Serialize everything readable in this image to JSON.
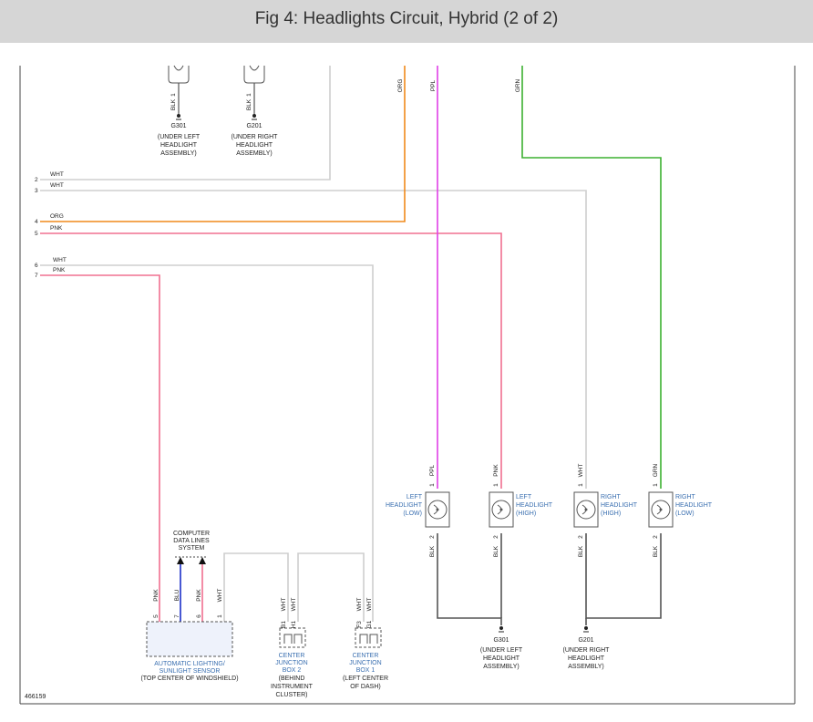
{
  "header": {
    "title": "Fig 4: Headlights Circuit, Hybrid (2 of 2)"
  },
  "figure_id": "466159",
  "colors": {
    "WHT": "#cfcfcf",
    "ORG": "#f08a1c",
    "PNK": "#f07090",
    "PPL": "#e040e8",
    "GRN": "#3cb030",
    "BLK": "#555555",
    "BLU": "#1a2ec8",
    "label_blue": "#3a6fb0"
  },
  "top_grounds": [
    {
      "wire_color": "BLK",
      "pin": "1",
      "id": "G301",
      "location": [
        "(UNDER LEFT",
        "HEADLIGHT",
        "ASSEMBLY)"
      ]
    },
    {
      "wire_color": "BLK",
      "pin": "1",
      "id": "G201",
      "location": [
        "(UNDER RIGHT",
        "HEADLIGHT",
        "ASSEMBLY)"
      ]
    }
  ],
  "top_wires": {
    "org": "ORG",
    "ppl": "PPL",
    "grn": "GRN"
  },
  "left_connector": [
    {
      "pin": "2",
      "color": "WHT"
    },
    {
      "pin": "3",
      "color": "WHT"
    },
    {
      "pin": "4",
      "color": "ORG"
    },
    {
      "pin": "5",
      "color": "PNK"
    },
    {
      "pin": "6",
      "color": "WHT"
    },
    {
      "pin": "7",
      "color": "PNK"
    }
  ],
  "headlights": [
    {
      "label": [
        "LEFT",
        "HEADLIGHT",
        "(LOW)"
      ],
      "top_pin": "1",
      "top_color": "PPL",
      "bottom_pin": "2",
      "bottom_color": "BLK"
    },
    {
      "label": [
        "LEFT",
        "HEADLIGHT",
        "(HIGH)"
      ],
      "top_pin": "1",
      "top_color": "PNK",
      "bottom_pin": "2",
      "bottom_color": "BLK"
    },
    {
      "label": [
        "RIGHT",
        "HEADLIGHT",
        "(HIGH)"
      ],
      "top_pin": "1",
      "top_color": "WHT",
      "bottom_pin": "2",
      "bottom_color": "BLK"
    },
    {
      "label": [
        "RIGHT",
        "HEADLIGHT",
        "(LOW)"
      ],
      "top_pin": "1",
      "top_color": "GRN",
      "bottom_pin": "2",
      "bottom_color": "BLK"
    }
  ],
  "bottom_grounds": [
    {
      "id": "G301",
      "location": [
        "(UNDER LEFT",
        "HEADLIGHT",
        "ASSEMBLY)"
      ]
    },
    {
      "id": "G201",
      "location": [
        "(UNDER RIGHT",
        "HEADLIGHT",
        "ASSEMBLY)"
      ]
    }
  ],
  "sensor": {
    "data_lines_label": [
      "COMPUTER",
      "DATA LINES",
      "SYSTEM"
    ],
    "pins": [
      {
        "pin": "5",
        "color": "PNK"
      },
      {
        "pin": "7",
        "color": "BLU"
      },
      {
        "pin": "6",
        "color": "PNK"
      },
      {
        "pin": "1",
        "color": "WHT"
      }
    ],
    "name": [
      "AUTOMATIC LIGHTING/",
      "SUNLIGHT SENSOR"
    ],
    "location": "(TOP CENTER OF WINDSHIELD)"
  },
  "junction_box_2": {
    "pins": [
      {
        "pin": "B1",
        "color": "WHT"
      },
      {
        "pin": "H1",
        "color": "WHT"
      }
    ],
    "name": [
      "CENTER",
      "JUNCTION",
      "BOX 2"
    ],
    "location": [
      "(BEHIND",
      "INSTRUMENT",
      "CLUSTER)"
    ]
  },
  "junction_box_1": {
    "pins": [
      {
        "pin": "F3",
        "color": "WHT"
      },
      {
        "pin": "G1",
        "color": "WHT"
      }
    ],
    "name": [
      "CENTER",
      "JUNCTION",
      "BOX 1"
    ],
    "location": [
      "(LEFT CENTER",
      "OF DASH)"
    ]
  }
}
